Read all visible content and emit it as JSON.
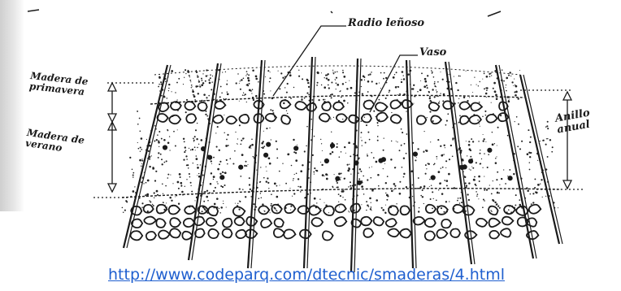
{
  "labels": {
    "radio_lenoso": "Radio leñoso",
    "vaso": "Vaso",
    "madera_primavera": "Madera de\nprimavera",
    "madera_verano": "Madera de\nverano",
    "anillo_anual": "Anillo\nanual"
  },
  "source_link": "http://www.codeparq.com/dtecnic/smaderas/4.html",
  "colors": {
    "ink": "#1a1a1a",
    "link": "#1f5fcf"
  }
}
